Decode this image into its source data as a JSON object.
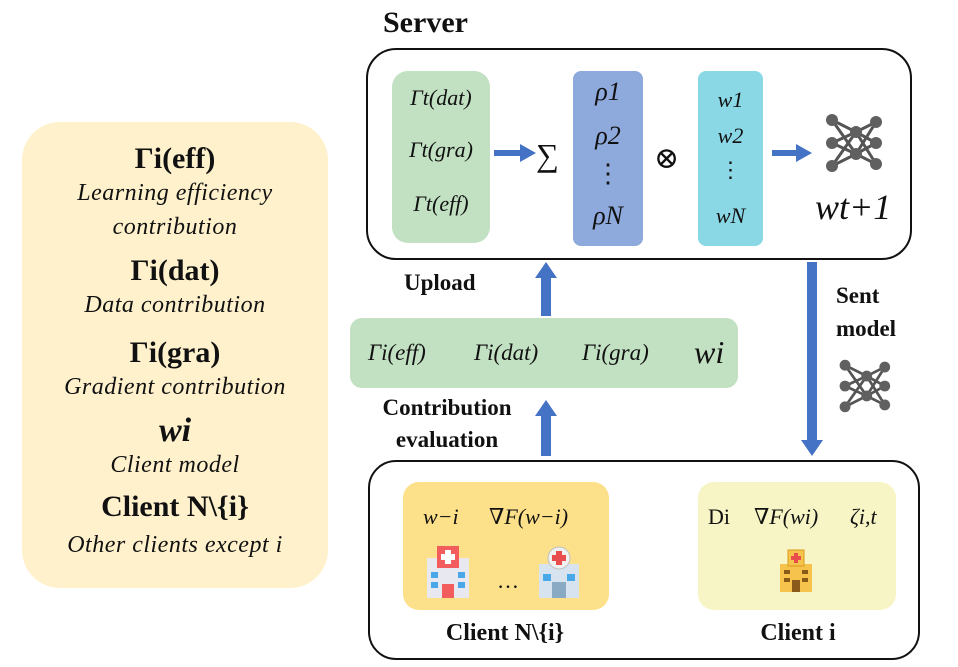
{
  "legend": {
    "eff_symbol": "Γi(eff)",
    "eff_desc_line1": "Learning efficiency",
    "eff_desc_line2": "contribution",
    "dat_symbol": "Γi(dat)",
    "dat_desc": "Data contribution",
    "gra_symbol": "Γi(gra)",
    "gra_desc": "Gradient contribution",
    "w_symbol": "wi",
    "w_desc": "Client model",
    "others_symbol": "Client N\\{i}",
    "others_desc": "Other clients except i"
  },
  "server": {
    "title": "Server",
    "contributions": [
      "Γt(dat)",
      "Γt(gra)",
      "Γt(eff)"
    ],
    "sum_symbol": "∑",
    "rho": [
      "ρ1",
      "ρ2",
      "⋮",
      "ρN"
    ],
    "product_symbol": "⊗",
    "weights": [
      "w1",
      "w2",
      "⋮",
      "wN"
    ],
    "global_model": "wt+1",
    "network_icon": "neural-network-icon"
  },
  "flow": {
    "upload_label": "Upload",
    "sent_label_line1": "Sent",
    "sent_label_line2": "model",
    "contribution_label_line1": "Contribution",
    "contribution_label_line2": "evaluation",
    "uploaded_items": [
      "Γi(eff)",
      "Γi(dat)",
      "Γi(gra)"
    ],
    "uploaded_model": "wi"
  },
  "clients": {
    "others_terms": [
      "w−i",
      "∇F(w−i)"
    ],
    "ellipsis": "…",
    "others_label": "Client N\\{i}",
    "client_terms": [
      "Di",
      "∇F(wi)",
      "ζi,t"
    ],
    "client_label": "Client i",
    "hospital_icon": "hospital-icon"
  },
  "colors": {
    "legend_bg": "#fff1cc",
    "contribution_green": "#c2e0c2",
    "rho_blue": "#8ea9db",
    "weight_cyan": "#8ad8e6",
    "arrow_blue": "#4472c4",
    "others_panel": "#fde08a",
    "client_panel": "#f7f5c6"
  }
}
